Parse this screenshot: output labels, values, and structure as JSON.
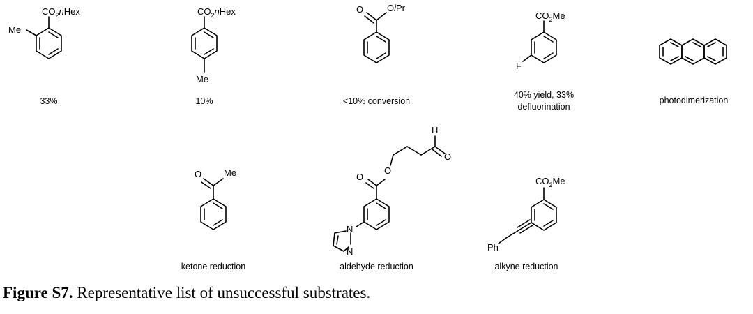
{
  "substrates": [
    {
      "id": 1,
      "ester_group": "CO2nHex",
      "substituent": "Me",
      "result": "33%"
    },
    {
      "id": 2,
      "ester_group": "CO2nHex",
      "substituent": "Me",
      "result": "10%"
    },
    {
      "id": 3,
      "ester_group": "OiPr",
      "result": "<10% conversion"
    },
    {
      "id": 4,
      "ester_group": "CO2Me",
      "substituent": "F",
      "result_lines": [
        "40% yield, 33%",
        "defluorination"
      ]
    },
    {
      "id": 5,
      "structure": "anthracene",
      "result": "photodimerization"
    },
    {
      "id": 6,
      "ketone_group": "Me",
      "result": "ketone reduction"
    },
    {
      "id": 7,
      "aldehyde_atom": "H",
      "heteroatoms": [
        "N",
        "N"
      ],
      "result": "aldehyde reduction"
    },
    {
      "id": 8,
      "ester_group": "CO2Me",
      "alkyne_substituent": "Ph",
      "result": "alkyne reduction"
    }
  ],
  "caption": {
    "label": "Figure S7.",
    "text": " Representative list of unsuccessful substrates."
  }
}
